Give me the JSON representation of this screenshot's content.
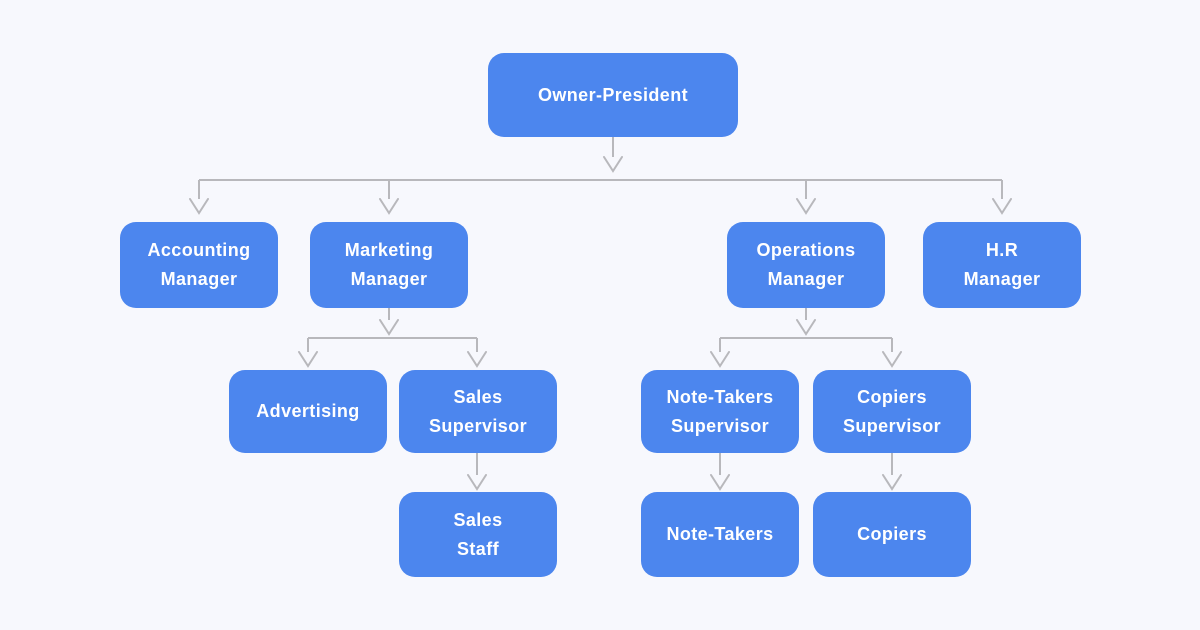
{
  "diagram": {
    "type": "org-chart",
    "colors": {
      "background": "#f7f8fd",
      "node_fill": "#4c86ee",
      "node_text": "#ffffff",
      "connector": "#b8b8bc"
    },
    "nodes": [
      {
        "id": "owner-president",
        "label": "Owner-President"
      },
      {
        "id": "accounting-manager",
        "label": "Accounting\nManager"
      },
      {
        "id": "marketing-manager",
        "label": "Marketing\nManager"
      },
      {
        "id": "operations-manager",
        "label": "Operations\nManager"
      },
      {
        "id": "hr-manager",
        "label": "H.R\nManager"
      },
      {
        "id": "advertising",
        "label": "Advertising"
      },
      {
        "id": "sales-supervisor",
        "label": "Sales\nSupervisor"
      },
      {
        "id": "note-takers-supervisor",
        "label": "Note-Takers\nSupervisor"
      },
      {
        "id": "copiers-supervisor",
        "label": "Copiers\nSupervisor"
      },
      {
        "id": "sales-staff",
        "label": "Sales\nStaff"
      },
      {
        "id": "note-takers",
        "label": "Note-Takers"
      },
      {
        "id": "copiers",
        "label": "Copiers"
      }
    ],
    "edges": [
      {
        "from": "owner-president",
        "to": "accounting-manager"
      },
      {
        "from": "owner-president",
        "to": "marketing-manager"
      },
      {
        "from": "owner-president",
        "to": "operations-manager"
      },
      {
        "from": "owner-president",
        "to": "hr-manager"
      },
      {
        "from": "marketing-manager",
        "to": "advertising"
      },
      {
        "from": "marketing-manager",
        "to": "sales-supervisor"
      },
      {
        "from": "sales-supervisor",
        "to": "sales-staff"
      },
      {
        "from": "operations-manager",
        "to": "note-takers-supervisor"
      },
      {
        "from": "operations-manager",
        "to": "copiers-supervisor"
      },
      {
        "from": "note-takers-supervisor",
        "to": "note-takers"
      },
      {
        "from": "copiers-supervisor",
        "to": "copiers"
      }
    ]
  }
}
